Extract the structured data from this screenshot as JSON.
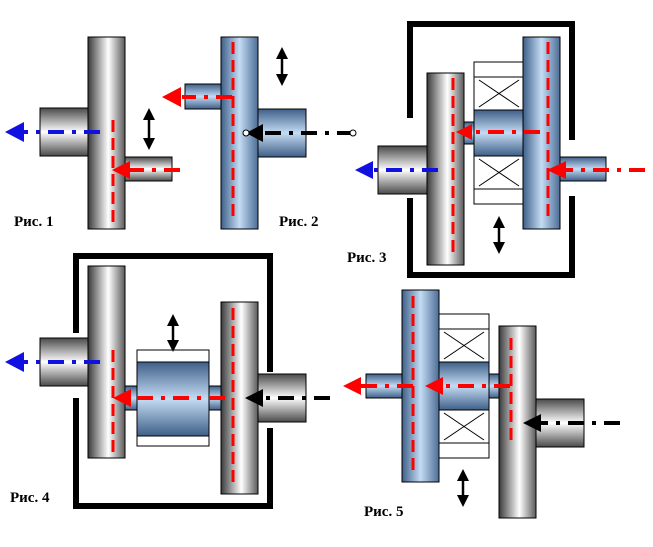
{
  "figures": [
    {
      "id": "fig1",
      "caption": "Рис. 1"
    },
    {
      "id": "fig2",
      "caption": "Рис. 2"
    },
    {
      "id": "fig3",
      "caption": "Рис. 3"
    },
    {
      "id": "fig4",
      "caption": "Рис. 4"
    },
    {
      "id": "fig5",
      "caption": "Рис. 5"
    }
  ],
  "colors": {
    "outline": "#000000",
    "blue_arrow": "#1010e0",
    "red_arrow": "#ff0000",
    "black_arrow": "#000000",
    "steel_light": "#ffffff",
    "steel_dark": "#3a3a3a",
    "blue_light": "#bcd6f0",
    "blue_dark": "#3f5f88"
  }
}
